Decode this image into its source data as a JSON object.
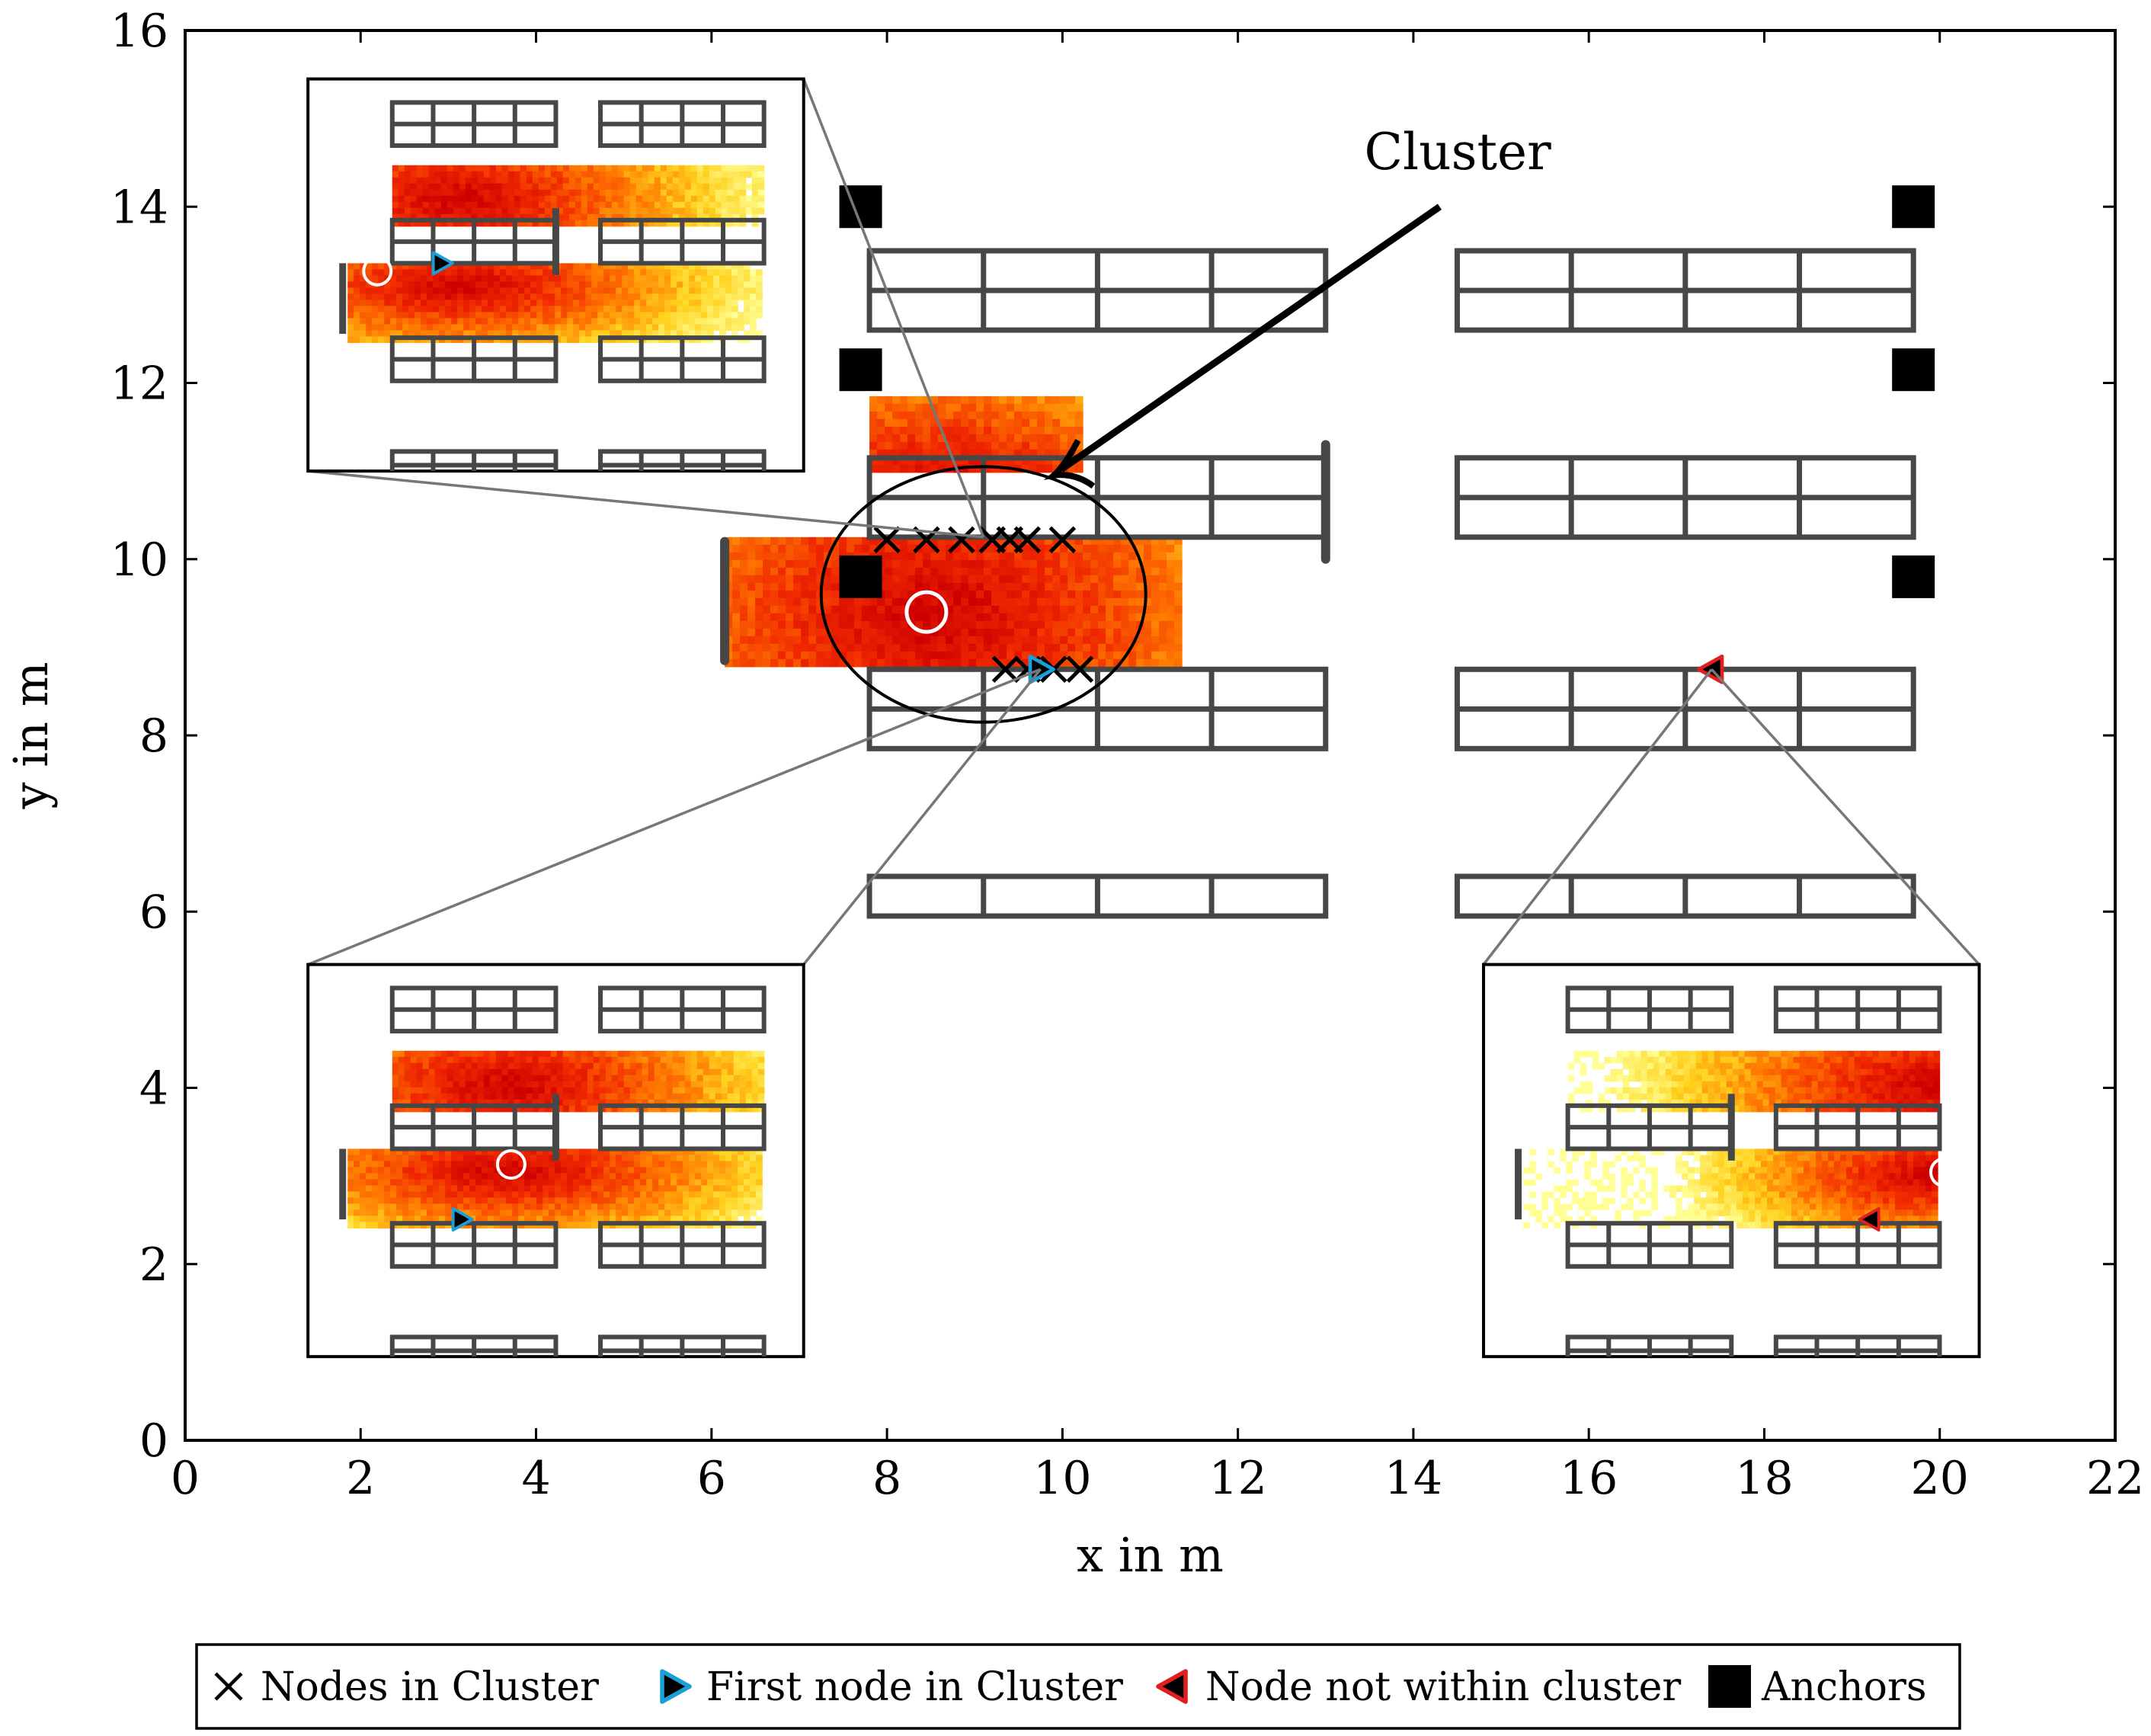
{
  "chart_data": {
    "type": "scatter",
    "title": "",
    "xlabel": "x in m",
    "ylabel": "y in m",
    "xlim": [
      0,
      22
    ],
    "ylim": [
      0,
      16
    ],
    "xticks": [
      0,
      2,
      4,
      6,
      8,
      10,
      12,
      14,
      16,
      18,
      20,
      22
    ],
    "yticks": [
      0,
      2,
      4,
      6,
      8,
      10,
      12,
      14,
      16
    ],
    "grid": false,
    "legend_position": "bottom",
    "series": [
      {
        "name": "Nodes in Cluster",
        "marker": "x",
        "color": "#000000",
        "points": [
          [
            8.0,
            10.22
          ],
          [
            8.45,
            10.22
          ],
          [
            8.85,
            10.22
          ],
          [
            9.2,
            10.22
          ],
          [
            9.4,
            10.22
          ],
          [
            9.6,
            10.22
          ],
          [
            10.0,
            10.22
          ],
          [
            9.35,
            8.75
          ],
          [
            9.6,
            8.75
          ],
          [
            9.9,
            8.75
          ],
          [
            10.2,
            8.75
          ]
        ]
      },
      {
        "name": "First node in Cluster",
        "marker": "triangle-right",
        "color": "#000000",
        "edge_color": "#1a9fd9",
        "points": [
          [
            9.75,
            8.75
          ]
        ]
      },
      {
        "name": "Node not within cluster",
        "marker": "triangle-left",
        "color": "#000000",
        "edge_color": "#e02020",
        "points": [
          [
            17.4,
            8.75
          ]
        ]
      },
      {
        "name": "Anchors",
        "marker": "square",
        "color": "#000000",
        "points": [
          [
            7.7,
            14.0
          ],
          [
            7.7,
            12.15
          ],
          [
            7.7,
            9.8
          ],
          [
            19.7,
            14.0
          ],
          [
            19.7,
            12.15
          ],
          [
            19.7,
            9.8
          ]
        ]
      }
    ],
    "estimate_marker": {
      "x": 8.45,
      "y": 9.4
    },
    "cluster_ellipse": {
      "cx": 9.1,
      "cy": 9.6,
      "rx": 1.85,
      "ry": 1.45
    },
    "annotations": [
      {
        "text": "Cluster",
        "x": 15.2,
        "y": 14.6,
        "arrow_to": [
          9.9,
          10.95
        ]
      }
    ],
    "shelves": [
      {
        "x0": 7.8,
        "x1": 13.0,
        "y0": 12.6,
        "y1": 13.5
      },
      {
        "x0": 14.5,
        "x1": 19.7,
        "y0": 12.6,
        "y1": 13.5
      },
      {
        "x0": 7.8,
        "x1": 13.0,
        "y0": 10.25,
        "y1": 11.15
      },
      {
        "x0": 14.5,
        "x1": 19.7,
        "y0": 10.25,
        "y1": 11.15
      },
      {
        "x0": 7.8,
        "x1": 13.0,
        "y0": 7.85,
        "y1": 8.75
      },
      {
        "x0": 14.5,
        "x1": 19.7,
        "y0": 7.85,
        "y1": 8.75
      },
      {
        "x0": 7.8,
        "x1": 13.0,
        "y0": 5.95,
        "y1": 6.4
      },
      {
        "x0": 14.5,
        "x1": 19.7,
        "y0": 5.95,
        "y1": 6.4
      }
    ],
    "walls": [
      {
        "x": 6.15,
        "y0": 8.85,
        "y1": 10.2
      },
      {
        "x": 13.0,
        "y0": 10.0,
        "y1": 11.3
      }
    ],
    "heatmap_regions": [
      {
        "x0": 6.15,
        "x1": 11.3,
        "y0": 8.85,
        "y1": 10.25,
        "peak_x": 8.5,
        "peak_y": 9.4
      },
      {
        "x0": 7.8,
        "x1": 10.2,
        "y0": 11.0,
        "y1": 11.85,
        "peak_x": 8.6,
        "peak_y": 11.3
      }
    ],
    "insets": [
      {
        "id": "top-left",
        "box": {
          "x0": 1.4,
          "x1": 7.05,
          "y0": 11.0,
          "y1": 15.45
        },
        "connect_to": [
          9.1,
          10.25
        ],
        "node": {
          "type": "first",
          "pos": [
            0.27,
            0.47
          ]
        },
        "estimate": [
          0.14,
          0.49
        ],
        "peak": [
          0.3,
          0.52
        ]
      },
      {
        "id": "bottom-left",
        "box": {
          "x0": 1.4,
          "x1": 7.05,
          "y0": 0.95,
          "y1": 5.4
        },
        "connect_to": [
          9.75,
          8.75
        ],
        "node": {
          "type": "first",
          "pos": [
            0.31,
            0.65
          ]
        },
        "estimate": [
          0.41,
          0.51
        ],
        "peak": [
          0.4,
          0.52
        ]
      },
      {
        "id": "bottom-right",
        "box": {
          "x0": 14.8,
          "x1": 20.45,
          "y0": 0.95,
          "y1": 5.4
        },
        "connect_to": [
          17.4,
          8.75
        ],
        "node": {
          "type": "not-in-cluster",
          "pos": [
            0.78,
            0.65
          ]
        },
        "estimate": [
          0.93,
          0.53
        ],
        "peak": [
          0.9,
          0.53
        ]
      }
    ],
    "legend": [
      {
        "label": "Nodes in Cluster",
        "marker": "x"
      },
      {
        "label": "First node in Cluster",
        "marker": "triangle-right"
      },
      {
        "label": "Node not within cluster",
        "marker": "triangle-left"
      },
      {
        "label": "Anchors",
        "marker": "square"
      }
    ]
  }
}
